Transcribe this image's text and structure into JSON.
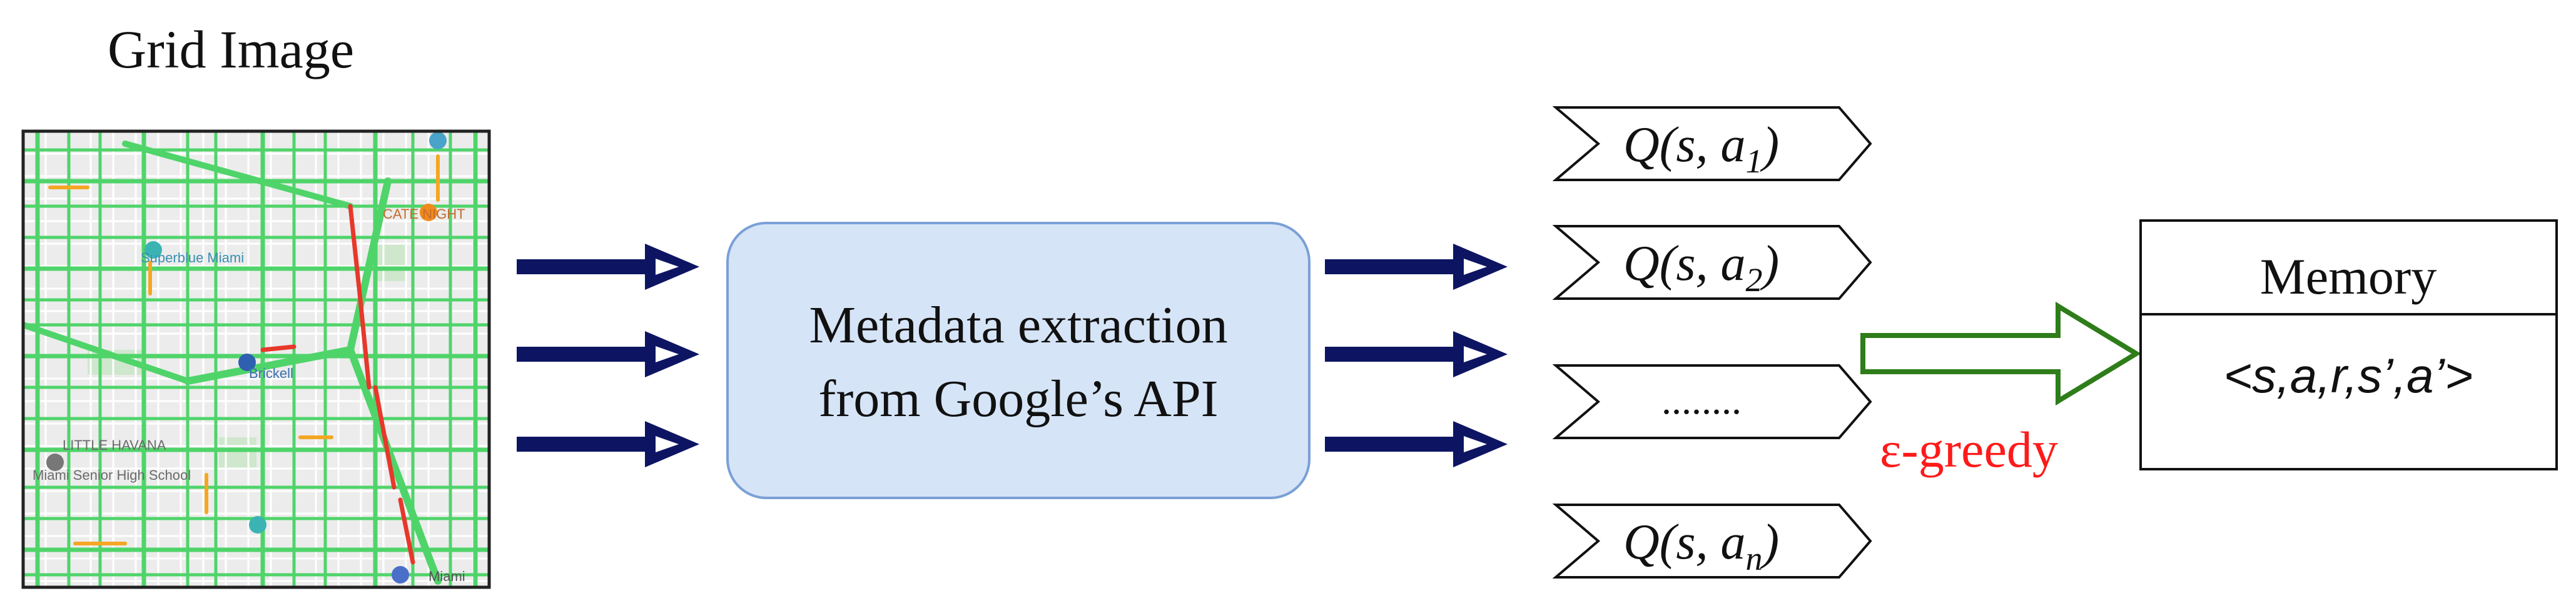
{
  "grid_image": {
    "title": "Grid Image",
    "map_labels": [
      "CATE NIGHT",
      "Superblue Miami",
      "LITTLE HAVANA",
      "Miami Senior High School",
      "Brickell",
      "Miami"
    ]
  },
  "process_box": {
    "line1": "Metadata extraction",
    "line2": "from Google’s API"
  },
  "q_values": [
    {
      "prefix": "Q(s, a",
      "sub": "1",
      "suffix": ")"
    },
    {
      "prefix": "Q(s, a",
      "sub": "2",
      "suffix": ")"
    },
    {
      "text": "........"
    },
    {
      "prefix": "Q(s, a",
      "sub": "n",
      "suffix": ")"
    }
  ],
  "policy_label": "ε-greedy",
  "memory": {
    "title": "Memory",
    "tuple": "<s,a,r,s’,a’>"
  },
  "colors": {
    "arrow_navy": "#0d1563",
    "process_fill": "#d6e4f7",
    "process_stroke": "#7aa0d6",
    "policy_arrow": "#2e7d1a",
    "policy_text": "#ff1a1a",
    "map_bg": "#ececec",
    "road_green": "#4fd46a",
    "road_red": "#e8372b",
    "road_orange": "#f5a623"
  }
}
